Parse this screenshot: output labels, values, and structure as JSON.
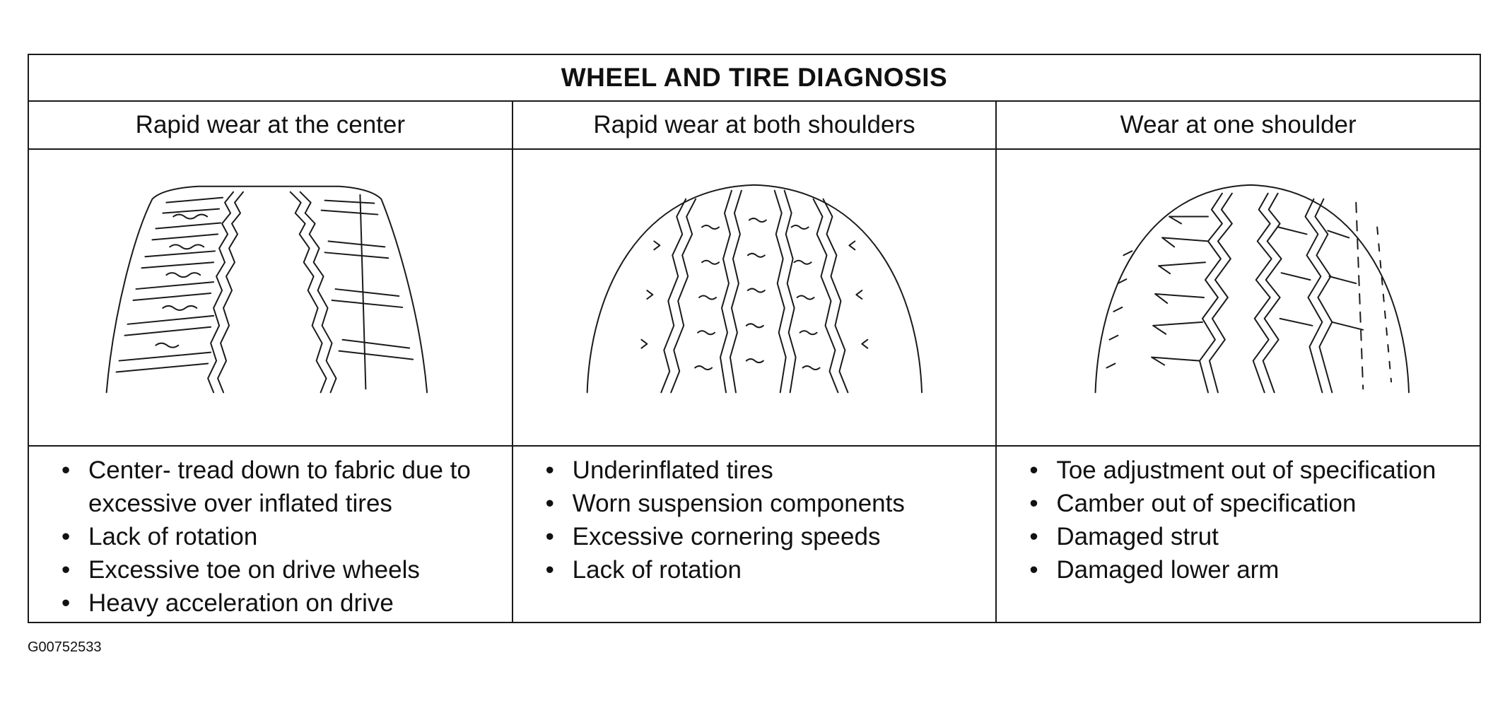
{
  "diagram": {
    "title": "WHEEL AND TIRE DIAGNOSIS",
    "columns": [
      {
        "heading": "Rapid wear at the center",
        "illustration_icon": "tire-center-wear-icon",
        "causes": [
          "Center- tread down to fabric due to excessive over inflated tires",
          "Lack of rotation",
          "Excessive toe on drive wheels",
          "Heavy acceleration on drive"
        ]
      },
      {
        "heading": "Rapid wear at both shoulders",
        "illustration_icon": "tire-shoulder-wear-icon",
        "causes": [
          "Underinflated tires",
          "Worn suspension components",
          "Excessive cornering speeds",
          "Lack of rotation"
        ]
      },
      {
        "heading": "Wear at one shoulder",
        "illustration_icon": "tire-one-shoulder-wear-icon",
        "causes": [
          "Toe adjustment out of specification",
          "Camber out of specification",
          "Damaged strut",
          "Damaged lower arm"
        ]
      }
    ]
  },
  "figure_code": "G00752533",
  "colors": {
    "line": "#1a1a1a",
    "background": "#ffffff"
  },
  "bullet_glyph": "•"
}
